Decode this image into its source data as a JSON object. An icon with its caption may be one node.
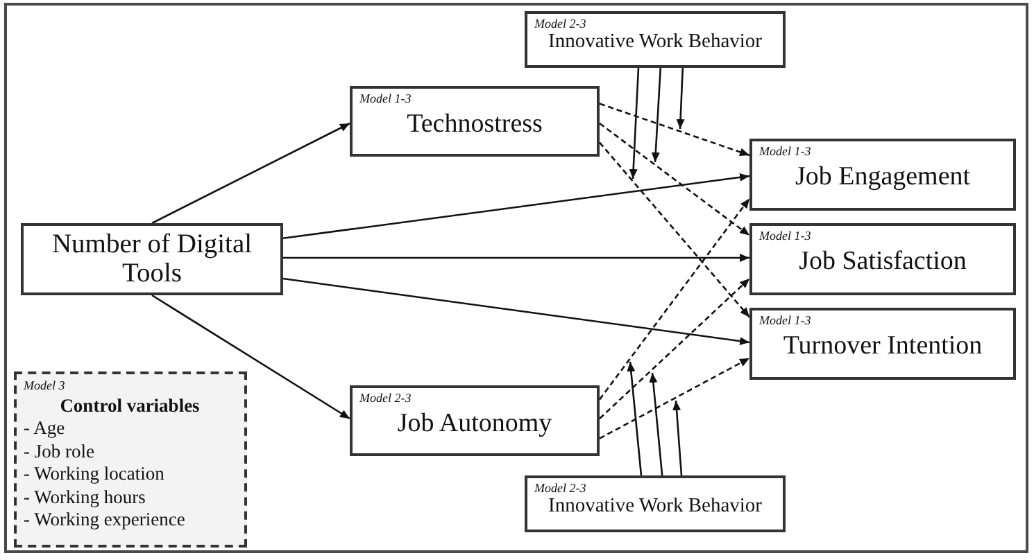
{
  "diagram": {
    "nodes": [
      {
        "text": [
          "Model 2-3",
          "Innovative Work Behavior"
        ]
      },
      {
        "text": [
          "Model 1-3",
          "Technostress"
        ]
      },
      {
        "text": [
          "Model 1-3",
          "Job Engagement"
        ]
      },
      {
        "text": [
          "Number of Digital Tools"
        ]
      },
      {
        "text": [
          "Model 1-3",
          "Job Satisfaction"
        ]
      },
      {
        "text": [
          "Model 1-3",
          "Turnover Intention"
        ]
      },
      {
        "text": [
          "Model 3",
          "Control variables",
          "- Age",
          "- Job role",
          "- Working location",
          "- Working hours",
          "- Working experience"
        ]
      },
      {
        "text": [
          "Model 2-3",
          "Job Autonomy"
        ]
      },
      {
        "text": [
          "Model 2-3",
          "Innovative Work Behavior"
        ]
      }
    ],
    "edges": [
      {
        "from": 3,
        "to": 1,
        "arrow": "to"
      },
      {
        "from": 3,
        "to": 2,
        "arrow": "to"
      },
      {
        "from": 3,
        "to": 4,
        "arrow": "to"
      },
      {
        "from": 3,
        "to": 5,
        "arrow": "to"
      },
      {
        "from": 3,
        "to": 7,
        "arrow": "to"
      },
      {
        "from": 1,
        "to": 2,
        "arrow": "to",
        "style": "dashed"
      },
      {
        "from": 1,
        "to": 4,
        "arrow": "to",
        "style": "dashed"
      },
      {
        "from": 1,
        "to": 5,
        "arrow": "to",
        "style": "dashed"
      },
      {
        "from": 7,
        "to": 2,
        "arrow": "to",
        "style": "dashed"
      },
      {
        "from": 7,
        "to": 4,
        "arrow": "to",
        "style": "dashed"
      },
      {
        "from": 7,
        "to": 5,
        "arrow": "to",
        "style": "dashed"
      },
      {
        "from": 0,
        "to": null,
        "arrow": "to"
      },
      {
        "from": 0,
        "to": null,
        "arrow": "to"
      },
      {
        "from": 0,
        "to": null,
        "arrow": "to"
      },
      {
        "from": 8,
        "to": null,
        "arrow": "to"
      },
      {
        "from": 8,
        "to": null,
        "arrow": "to"
      },
      {
        "from": 8,
        "to": null,
        "arrow": "to"
      }
    ]
  }
}
